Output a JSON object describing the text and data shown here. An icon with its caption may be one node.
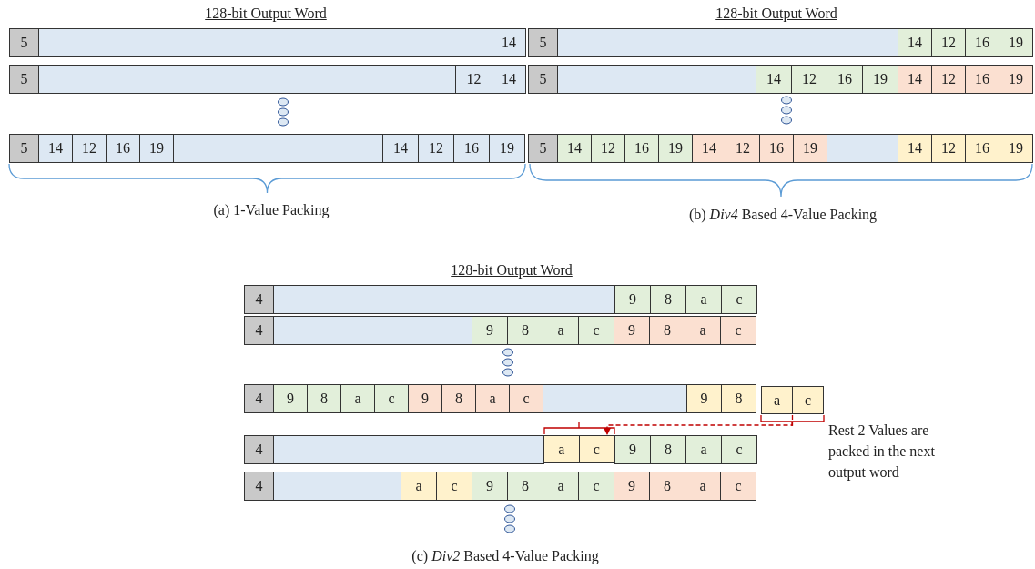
{
  "diagram": {
    "nodes": [
      {
        "text": [],
        "shape": "bar"
      },
      {
        "text": [],
        "shape": "bar"
      },
      {
        "text": [],
        "shape": "bar"
      },
      {
        "text": [],
        "shape": "bar"
      },
      {
        "text": [],
        "shape": "bar"
      },
      {
        "text": [],
        "shape": "bar"
      },
      {
        "text": [],
        "shape": "bar"
      },
      {
        "text": [],
        "shape": "bar"
      },
      {
        "text": [],
        "shape": "bar"
      },
      {
        "text": [
          "a",
          "c"
        ]
      },
      {
        "text": [],
        "shape": "bar"
      },
      {
        "text": [
          "a",
          "c"
        ]
      },
      {
        "text": [],
        "shape": "bar"
      }
    ],
    "edges": [
      {
        "from": 9,
        "to": 11,
        "arrow": "to",
        "style": "dashed"
      }
    ],
    "labels": [
      "128-bit Output Word",
      "5",
      "14",
      "5",
      "12",
      "14",
      "5",
      "14",
      "12",
      "16",
      "19",
      "14",
      "12",
      "16",
      "19",
      "(a) 1-Value Packing",
      "128-bit Output Word",
      "5",
      "14",
      "12",
      "16",
      "19",
      "5",
      "14",
      "12",
      "16",
      "19",
      "14",
      "12",
      "16",
      "19",
      "5",
      "14",
      "12",
      "16",
      "19",
      "14",
      "12",
      "16",
      "19",
      "14",
      "12",
      "16",
      "19",
      "(b) *Div4* Based 4-Value Packing",
      "128-bit Output Word",
      "4",
      "9",
      "8",
      "a",
      "c",
      "4",
      "9",
      "8",
      "a",
      "c",
      "9",
      "8",
      "a",
      "c",
      "4",
      "9",
      "8",
      "a",
      "c",
      "9",
      "8",
      "a",
      "c",
      "9",
      "8",
      "4",
      "9",
      "8",
      "a",
      "c",
      "4",
      "a",
      "c",
      "9",
      "8",
      "a",
      "c",
      "9",
      "8",
      "a",
      "c",
      "Rest 2 Values are packed in the next output word",
      "(c) *Div2* Based 4-Value Packing"
    ]
  }
}
